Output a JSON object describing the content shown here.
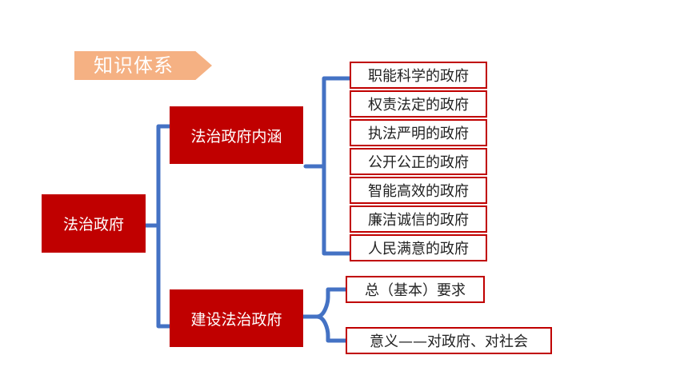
{
  "banner": {
    "title": "知识体系"
  },
  "root": {
    "label": "法治政府"
  },
  "branches": [
    {
      "label": "法治政府内涵",
      "leaves": [
        "职能科学的政府",
        "权责法定的政府",
        "执法严明的政府",
        "公开公正的政府",
        "智能高效的政府",
        "廉洁诚信的政府",
        "人民满意的政府"
      ]
    },
    {
      "label": "建设法治政府",
      "leaves": [
        "总（基本）要求",
        "意义——对政府、对社会"
      ]
    }
  ],
  "colors": {
    "node": "#c00000",
    "connector": "#4472c4",
    "banner": "#f5b183"
  }
}
